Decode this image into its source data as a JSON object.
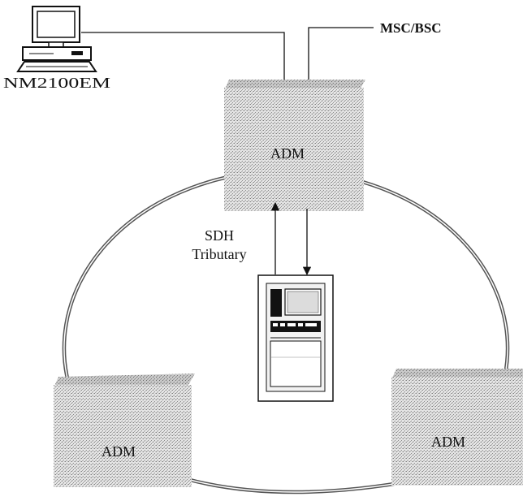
{
  "labels": {
    "terminal": "NM2100EM",
    "switch": "MSC/BSC",
    "adm_top": "ADM",
    "adm_left": "ADM",
    "adm_right": "ADM",
    "tributary_line1": "SDH",
    "tributary_line2": "Tributary"
  },
  "icons": {
    "terminal": "computer-terminal-icon",
    "tester": "test-equipment-icon"
  },
  "colors": {
    "ink": "#111111",
    "block_fill": "#d2d2d2",
    "background": "#ffffff"
  }
}
